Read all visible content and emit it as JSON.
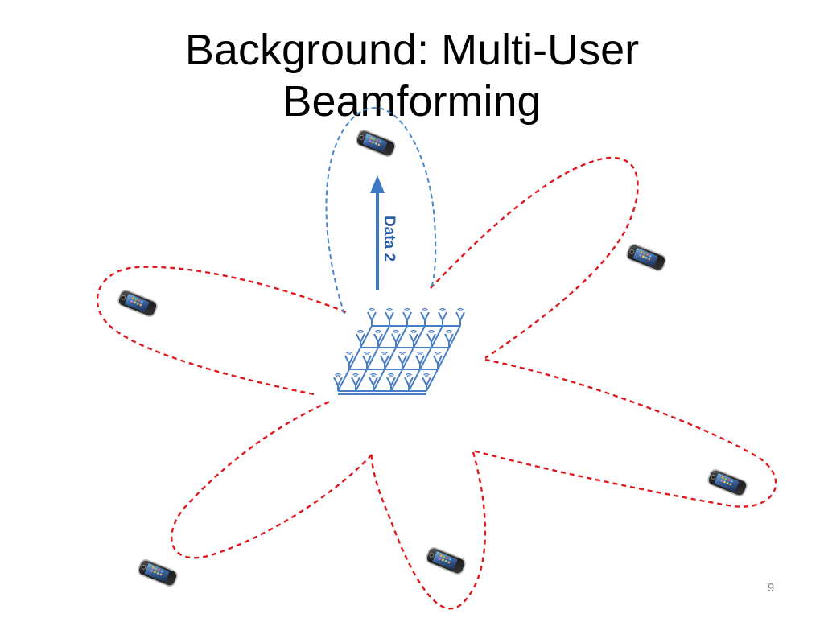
{
  "slide": {
    "title_line1": "Background: Multi-User",
    "title_line2": "Beamforming",
    "page_number": "9"
  },
  "diagram": {
    "data_label": "Data 2",
    "colors": {
      "beam_red": "#e0191f",
      "beam_blue": "#4a86c8",
      "antenna": "#4a7fc8",
      "arrow": "#3d78c2",
      "label": "#2a5fa8"
    },
    "icons": {
      "phone": "phone-icon",
      "antenna_array": "antenna-array-icon",
      "arrow": "arrow-up-icon"
    }
  }
}
